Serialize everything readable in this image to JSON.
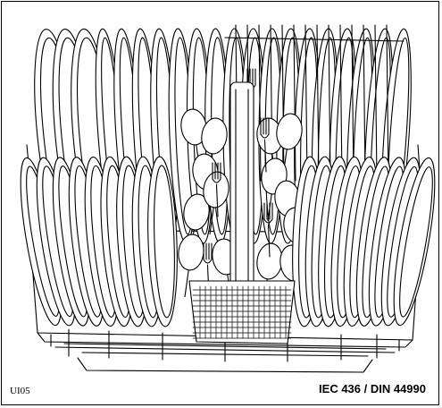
{
  "figure": {
    "code": "UI05",
    "standard": "IEC 436 / DIN 44990"
  },
  "illustration": {
    "subject": "dishwasher lower basket loaded with plates and cutlery",
    "stroke_color": "#000000",
    "fill_color": "#ffffff",
    "rear_plate_count": 20,
    "front_plate_count": 18,
    "cutlery_items": "forks and spoons in central cutlery basket"
  }
}
